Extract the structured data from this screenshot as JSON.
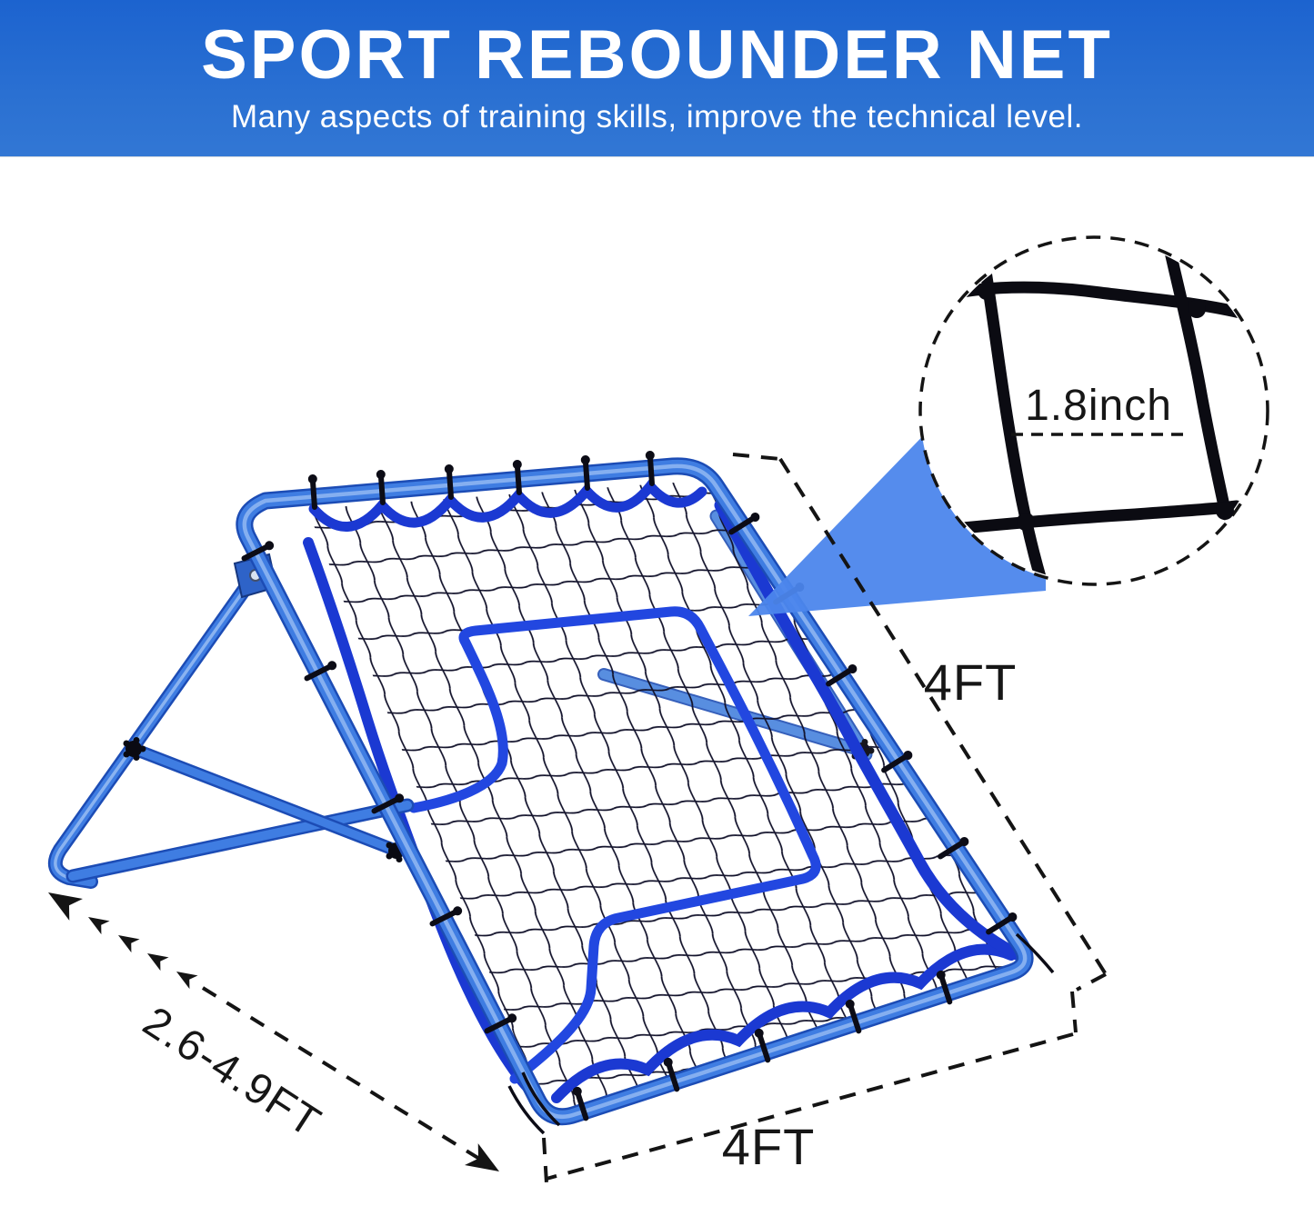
{
  "banner": {
    "title": "SPORT REBOUNDER NET",
    "subtitle": "Many aspects of training skills, improve the technical level.",
    "background_top": "#1c63cf",
    "background_bottom": "#3277d4",
    "text_color": "#ffffff"
  },
  "product": {
    "name": "sport rebounder net with adjustable folding stand",
    "frame_color": "#3f7de2",
    "frame_outline_color": "#1c4cb5",
    "frame_highlight_color": "#9dc0f4",
    "strap_color": "#1b39d2",
    "target_band_color": "#2247e0",
    "net_color": "#12122b",
    "callout_wedge_color": "#4c86ec"
  },
  "annotations": {
    "right_label": "4FT",
    "bottom_label": "4FT",
    "leg_label": "2.6-4.9FT",
    "mesh_label": "1.8inch",
    "line_color": "#161616"
  }
}
